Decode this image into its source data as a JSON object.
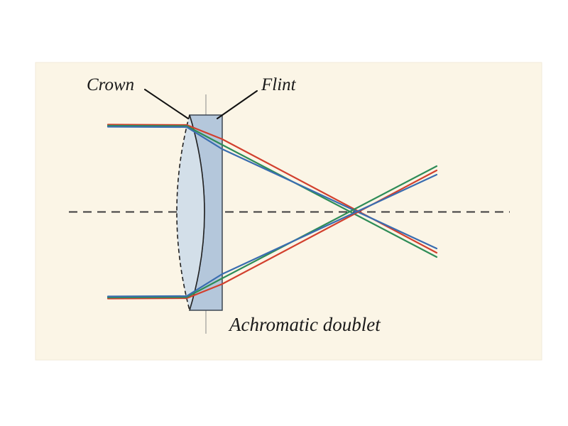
{
  "figure": {
    "caption": "Achromatic doublet",
    "labels": {
      "crown": "Crown",
      "flint": "Flint"
    }
  },
  "colors": {
    "panel_bg": "#fbf5e6",
    "panel_edge": "#f1ead9",
    "crown_fill": "#d3dfe9",
    "flint_fill": "#b4c7db",
    "lens_outline": "#222222",
    "flint_outline": "#3d4753",
    "axis_dash": "#3c3c3c",
    "vertical_guide": "#8a8a8a",
    "leader_line": "#111111",
    "red_ray": "#d2402e",
    "green_ray": "#2e8c57",
    "blue_ray": "#3a6db0"
  },
  "rays": {
    "red_name": "red-ray",
    "green_name": "green-ray",
    "blue_name": "blue-ray"
  }
}
